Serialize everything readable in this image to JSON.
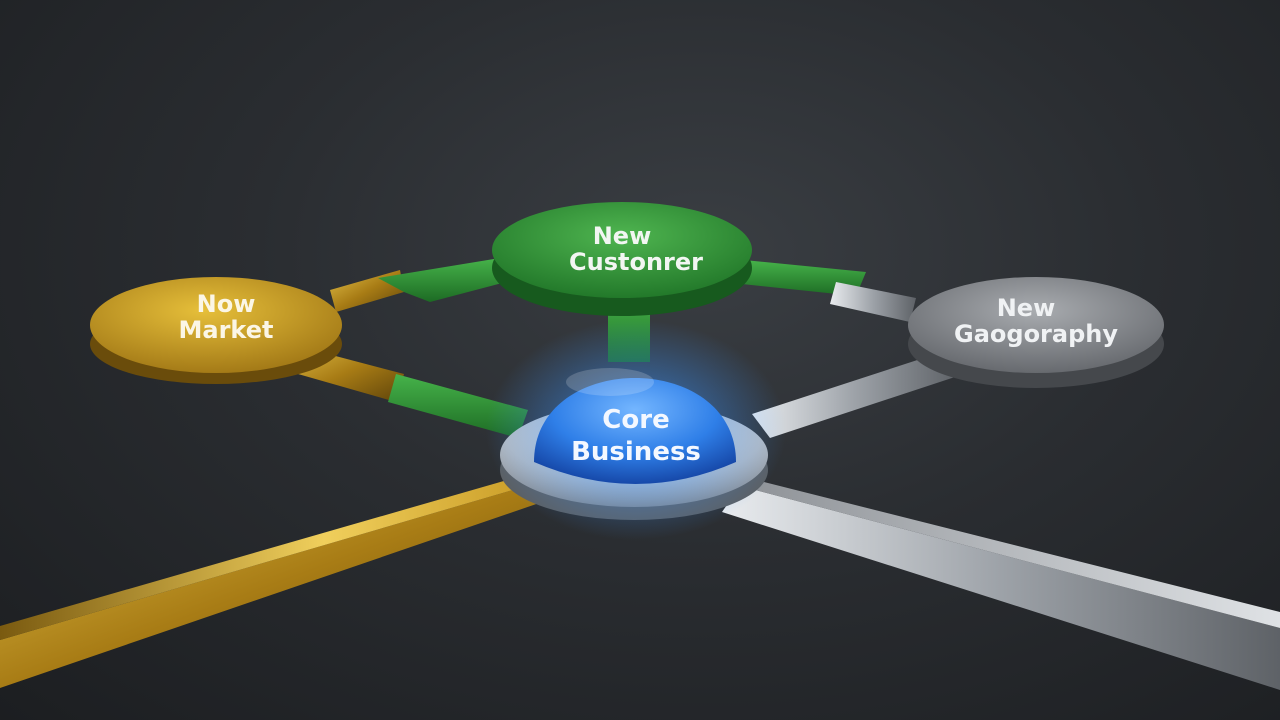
{
  "nodes": {
    "core": {
      "line1": "Core",
      "line2": "Business",
      "color": "#2f7fe8"
    },
    "market": {
      "line1": "Now",
      "line2": "Market",
      "color": "#b58a1e"
    },
    "customer": {
      "line1": "New",
      "line2": "Custonrer",
      "color": "#2e8a36"
    },
    "geography": {
      "line1": "New",
      "line2": "Gaogoraphy",
      "color": "#8d9094"
    }
  }
}
